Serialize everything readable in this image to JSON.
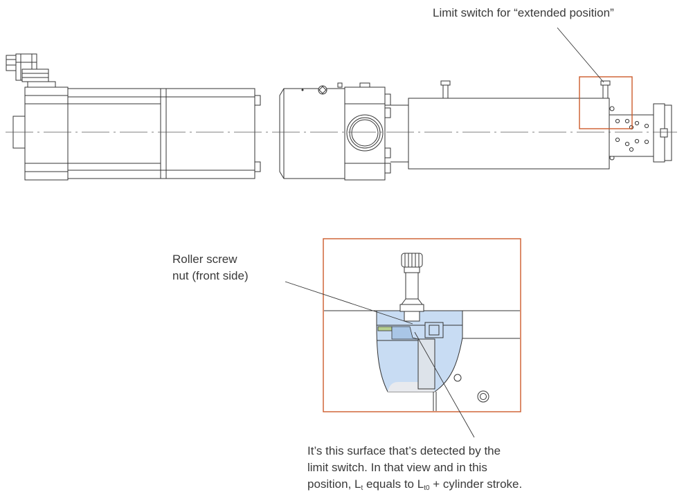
{
  "labels": {
    "limit_switch": "Limit switch for “extended position”",
    "nut_line1": "Roller screw",
    "nut_line2": "nut (front side)",
    "surface_line1": "It’s this surface that’s detected by the",
    "surface_line2": "limit switch. In that view and in this",
    "surface_line3_pre": "position, L",
    "surface_line3_sub1": "t",
    "surface_line3_mid": " equals to L",
    "surface_line3_sub2": "t0",
    "surface_line3_post": " + cylinder stroke."
  },
  "colors": {
    "line": "#333333",
    "highlight": "#cc5a2a",
    "section_blue": "#c8dcf3",
    "section_blue_dark": "#a9c6e6",
    "section_gray": "#dde3ea",
    "accent_green": "#b7cf8f"
  }
}
